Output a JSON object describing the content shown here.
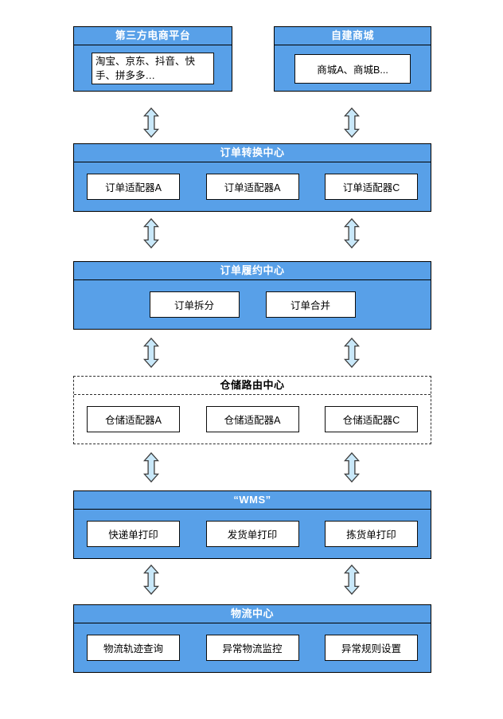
{
  "colors": {
    "panel_blue": "#58A0E8",
    "panel_border": "#000000",
    "arrow_fill": "#C9E8F9",
    "arrow_stroke": "#3D3D3D",
    "dashed_border": "#2E2E2E"
  },
  "top": {
    "left": {
      "title": "第三方电商平台",
      "item": "淘宝、京东、抖音、快手、拼多多…"
    },
    "right": {
      "title": "自建商城",
      "item": "商城A、商城B..."
    }
  },
  "sections": [
    {
      "title": "订单转换中心",
      "style": "blue",
      "items": [
        "订单适配器A",
        "订单适配器A",
        "订单适配器C"
      ]
    },
    {
      "title": "订单履约中心",
      "style": "blue",
      "items": [
        "订单拆分",
        "订单合并"
      ]
    },
    {
      "title": "仓储路由中心",
      "style": "dashed",
      "items": [
        "仓储适配器A",
        "仓储适配器A",
        "仓储适配器C"
      ]
    },
    {
      "title": "“WMS”",
      "style": "blue",
      "items": [
        "快递单打印",
        "发货单打印",
        "拣货单打印"
      ]
    },
    {
      "title": "物流中心",
      "style": "blue",
      "items": [
        "物流轨迹查询",
        "异常物流监控",
        "异常规则设置"
      ]
    }
  ]
}
